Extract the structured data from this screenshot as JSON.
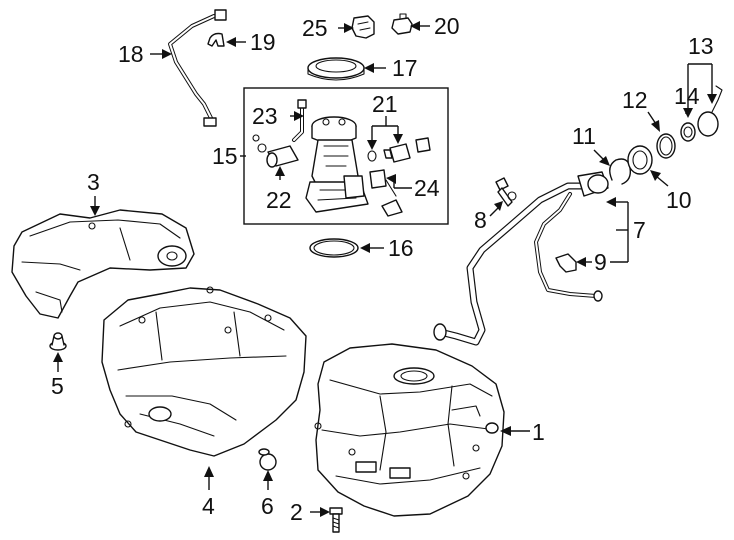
{
  "callouts": {
    "c1": "1",
    "c2": "2",
    "c3": "3",
    "c4": "4",
    "c5": "5",
    "c6": "6",
    "c7": "7",
    "c8": "8",
    "c9": "9",
    "c10": "10",
    "c11": "11",
    "c12": "12",
    "c13": "13",
    "c14": "14",
    "c15": "15",
    "c16": "16",
    "c17": "17",
    "c18": "18",
    "c19": "19",
    "c20": "20",
    "c21": "21",
    "c22": "22",
    "c23": "23",
    "c24": "24",
    "c25": "25"
  },
  "colors": {
    "line": "#111111",
    "background": "#ffffff"
  }
}
